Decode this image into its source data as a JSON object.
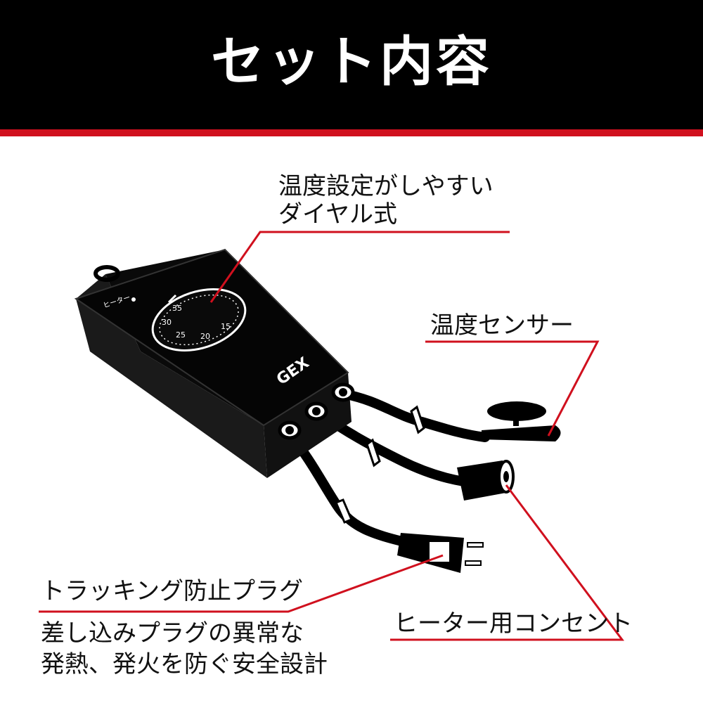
{
  "header": {
    "title": "セット内容"
  },
  "callouts": {
    "dial_line1": "温度設定がしやすい",
    "dial_line2": "ダイヤル式",
    "sensor": "温度センサー",
    "plug_title": "トラッキング防止プラグ",
    "plug_desc_line1": "差し込みプラグの異常な",
    "plug_desc_line2": "発熱、発火を防ぐ安全設計",
    "outlet": "ヒーター用コンセント"
  },
  "device": {
    "indicator_label": "ヒーター",
    "brand": "GEX",
    "dial_ticks": [
      "15",
      "20",
      "25",
      "30",
      "35"
    ]
  },
  "colors": {
    "accent": "#d0101e",
    "header_bg": "#000000",
    "device_body": "#0a0a0a"
  }
}
